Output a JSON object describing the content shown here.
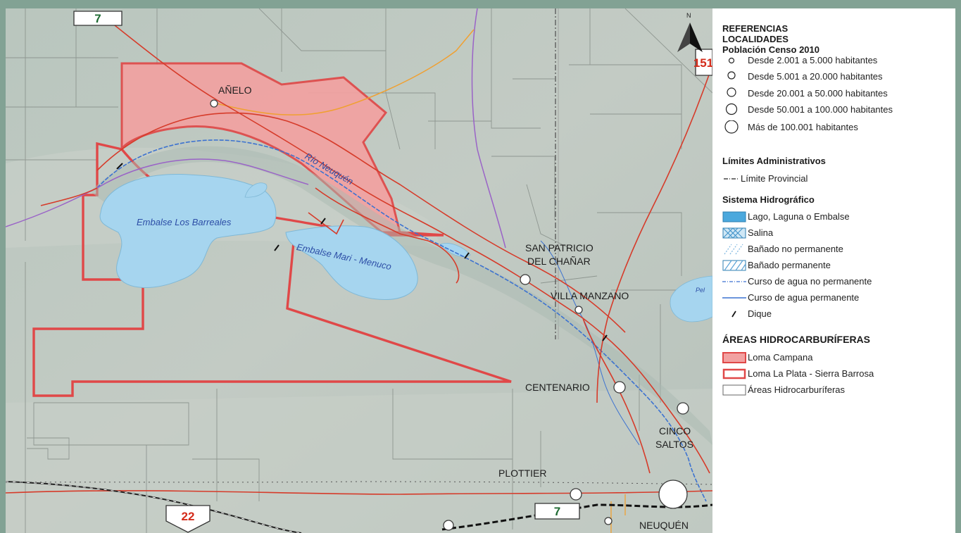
{
  "map": {
    "places": {
      "anelo": "AÑELO",
      "san_patricio_1": "SAN PATRICIO",
      "san_patricio_2": "DEL CHAÑAR",
      "villa_manzano": "VILLA MANZANO",
      "centenario": "CENTENARIO",
      "cinco_saltos_1": "CINCO",
      "cinco_saltos_2": "SALTOS",
      "plottier": "PLOTTIER",
      "neuquen": "NEUQUÉN"
    },
    "water": {
      "los_barreales": "Embalse Los Barreales",
      "mari_menuco": "Embalse Mari - Menuco",
      "rio_neuquen": "Río Neuquén",
      "pel": "Pel"
    },
    "routes": {
      "r7_top": "7",
      "r151": "151",
      "r22": "22",
      "r7_bottom": "7"
    },
    "north_label": "N",
    "colors": {
      "loma_campana": "#f2a1a1",
      "area_border": "#e04848",
      "water": "#a6d5ef",
      "road": "#d63b2a"
    }
  },
  "legend": {
    "title1": "REFERENCIAS",
    "title2": "LOCALIDADES",
    "title3": "Población Censo 2010",
    "pop": [
      "Desde 2.001 a 5.000 habitantes",
      "Desde 5.001 a 20.000 habitantes",
      "Desde 20.001 a 50.000 habitantes",
      "Desde 50.001 a 100.000 habitantes",
      "Más de 100.001 habitantes"
    ],
    "admin_title": "Límites Administrativos",
    "admin": [
      "Límite Provincial"
    ],
    "hydro_title": "Sistema Hidrográfico",
    "hydro": [
      "Lago, Laguna o Embalse",
      "Salina",
      "Bañado no permanente",
      "Bañado permanente",
      "Curso de agua no permanente",
      "Curso de agua permanente",
      "Dique"
    ],
    "areas_title": "ÁREAS HIDROCARBURÍFERAS",
    "areas": [
      "Loma Campana",
      "Loma La Plata - Sierra Barrosa",
      "Áreas Hidrocarburíferas"
    ]
  }
}
